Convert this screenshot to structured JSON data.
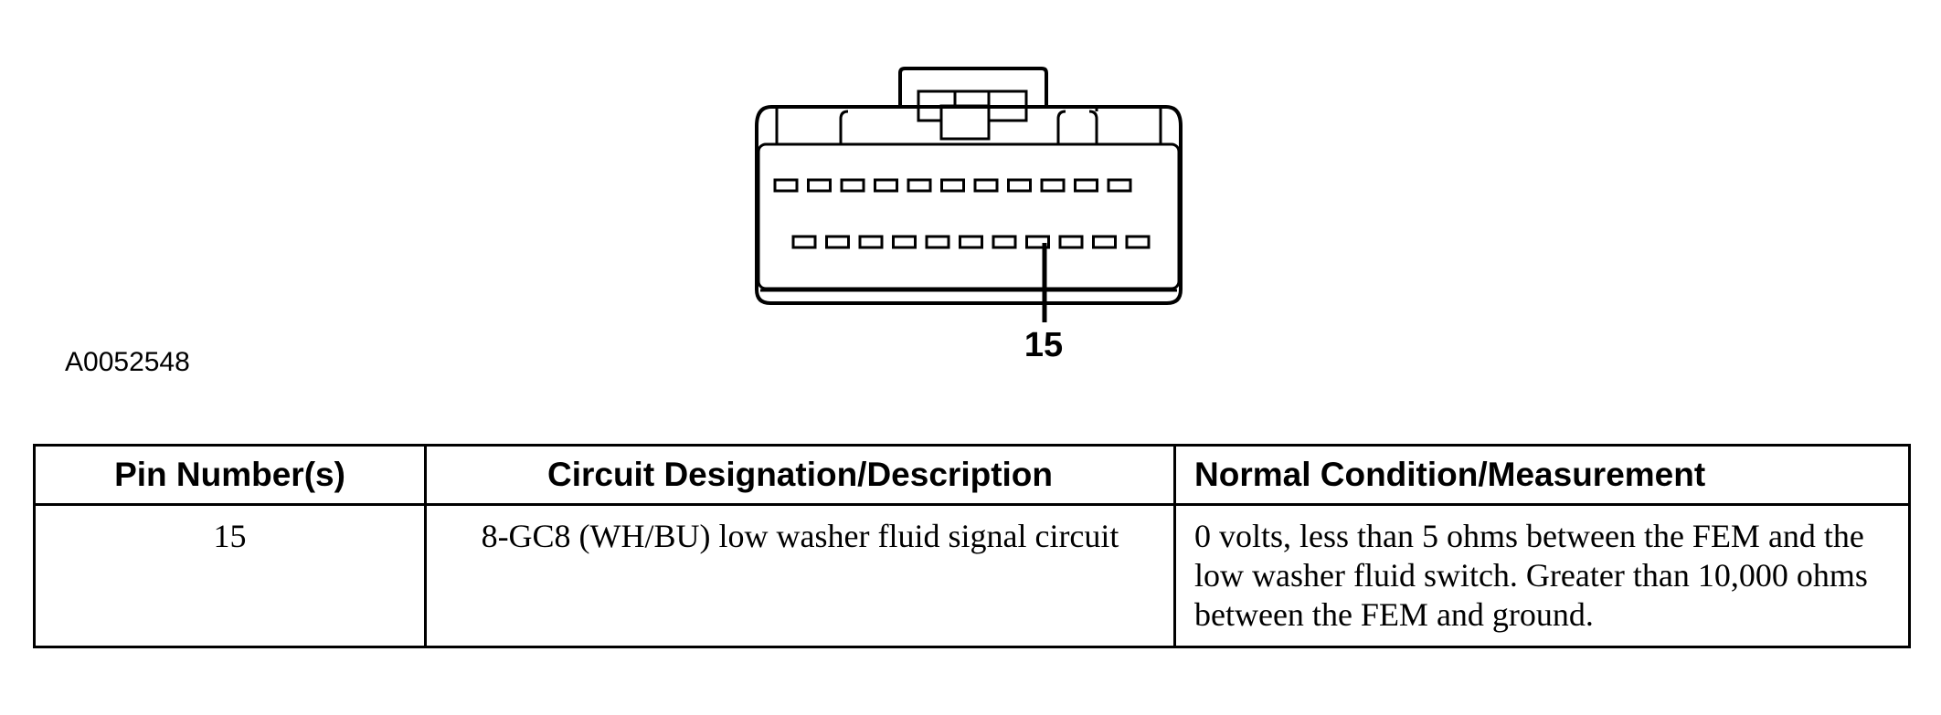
{
  "figure": {
    "id_label": "A0052548",
    "pin_callout": "15"
  },
  "table": {
    "headers": [
      "Pin Number(s)",
      "Circuit Designation/Description",
      "Normal Condition/Measurement"
    ],
    "rows": [
      {
        "pin": "15",
        "circuit": "8-GC8 (WH/BU) low washer fluid signal circuit",
        "measurement": "0 volts, less than 5 ohms between the FEM and the low washer fluid switch. Greater than 10,000 ohms between the FEM and ground."
      }
    ]
  }
}
